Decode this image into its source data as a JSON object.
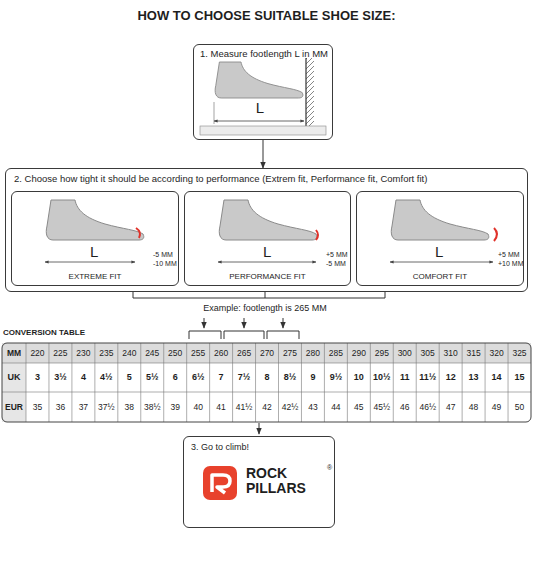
{
  "diagram": {
    "title": "HOW TO CHOOSE SUITABLE SHOE SIZE:",
    "nodes": [
      {
        "text": [
          "1. Measure footlength L in MM",
          "L"
        ]
      },
      {
        "text": [
          "2. Choose how tight it should be according to performance (Extrem fit, Performance fit, Comfort fit)"
        ]
      },
      {
        "text": [
          "L",
          "-5 MM",
          "-10 MM",
          "EXTREME FIT"
        ],
        "in": 1
      },
      {
        "text": [
          "L",
          "+5 MM",
          "-5 MM",
          "PERFORMANCE FIT"
        ],
        "in": 1
      },
      {
        "text": [
          "L",
          "+5 MM",
          "+10 MM",
          "COMFORT FIT"
        ],
        "in": 1
      },
      {
        "text": [
          "3. Go to climb!",
          "ROCK PILLARS"
        ]
      }
    ],
    "edges": [
      {
        "from": 0,
        "to": 1,
        "arrow": "to"
      }
    ],
    "labels": [
      "Example: footlength is 265 MM",
      "CONVERSION TABLE",
      "MM",
      "220",
      "225",
      "230",
      "235",
      "240",
      "245",
      "250",
      "255",
      "260",
      "265",
      "270",
      "275",
      "280",
      "285",
      "290",
      "295",
      "300",
      "305",
      "310",
      "315",
      "320",
      "325",
      "UK",
      "3",
      "3½",
      "4",
      "4½",
      "5",
      "5½",
      "6",
      "6½",
      "7",
      "7½",
      "8",
      "8½",
      "9",
      "9½",
      "10",
      "10½",
      "11",
      "11½",
      "12",
      "13",
      "14",
      "15",
      "EUR",
      "35",
      "36",
      "37",
      "37½",
      "38",
      "38½",
      "39",
      "40",
      "41",
      "41½",
      "42",
      "42½",
      "43",
      "44",
      "45",
      "45½",
      "46",
      "46½",
      "47",
      "48",
      "49",
      "50",
      "®"
    ]
  }
}
